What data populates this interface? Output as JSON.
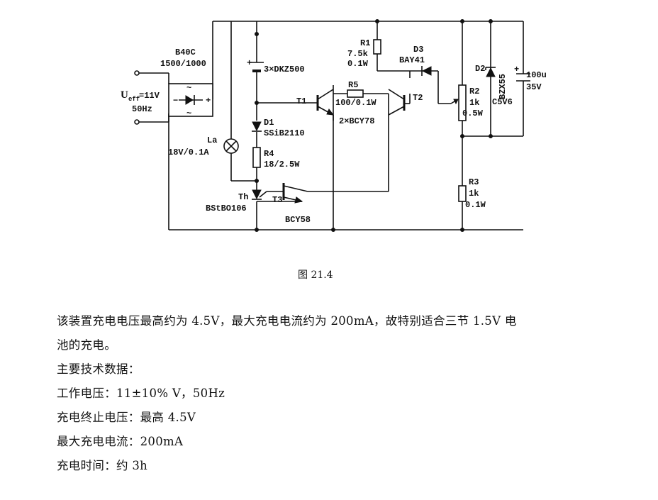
{
  "figure": {
    "caption": "图 21.4",
    "labels": {
      "bridge_name": "B40C",
      "bridge_rating": "1500/1000",
      "input_voltage_main": "U",
      "input_voltage_sub": "eff",
      "input_voltage_value": "=11V",
      "input_freq": "50Hz",
      "battery": "3×DKZ500",
      "r1_name": "R1",
      "r1_value": "7.5k",
      "r1_power": "0.1W",
      "d3_name": "D3",
      "d3_type": "BAY41",
      "d2_name": "D2",
      "d2_type": "BZX55",
      "d2_code": "C5V6",
      "cap_value": "100u",
      "cap_voltage": "35V",
      "t1": "T1",
      "t2": "T2",
      "r5_name": "R5",
      "r5_value": "100/0.1W",
      "t12_type": "2×BCY78",
      "r2_name": "R2",
      "r2_value": "1k",
      "r2_power": "0.5W",
      "d1_name": "D1",
      "d1_type": "SSiB2110",
      "lamp_name": "La",
      "lamp_rating": "18V/0.1A",
      "r4_name": "R4",
      "r4_value": "18/2.5W",
      "r3_name": "R3",
      "r3_value": "1k",
      "r3_power": "0.1W",
      "th_name": "Th",
      "th_type": "BStBO106",
      "t3": "T3",
      "t3_type": "BCY58",
      "plus": "+",
      "tilde": "~",
      "minus": "−"
    }
  },
  "text": {
    "intro_line1": "该装置充电电压最高约为 4.5V，最大充电电流约为 200mA，故特别适合三节 1.5V 电",
    "intro_line2": "池的充电。",
    "spec_heading": "主要技术数据：",
    "spec_voltage": "工作电压：11±10% V，50Hz",
    "spec_end_voltage": "充电终止电压：最高 4.5V",
    "spec_max_current": "最大充电电流：200mA",
    "spec_time": "充电时间：约 3h"
  }
}
